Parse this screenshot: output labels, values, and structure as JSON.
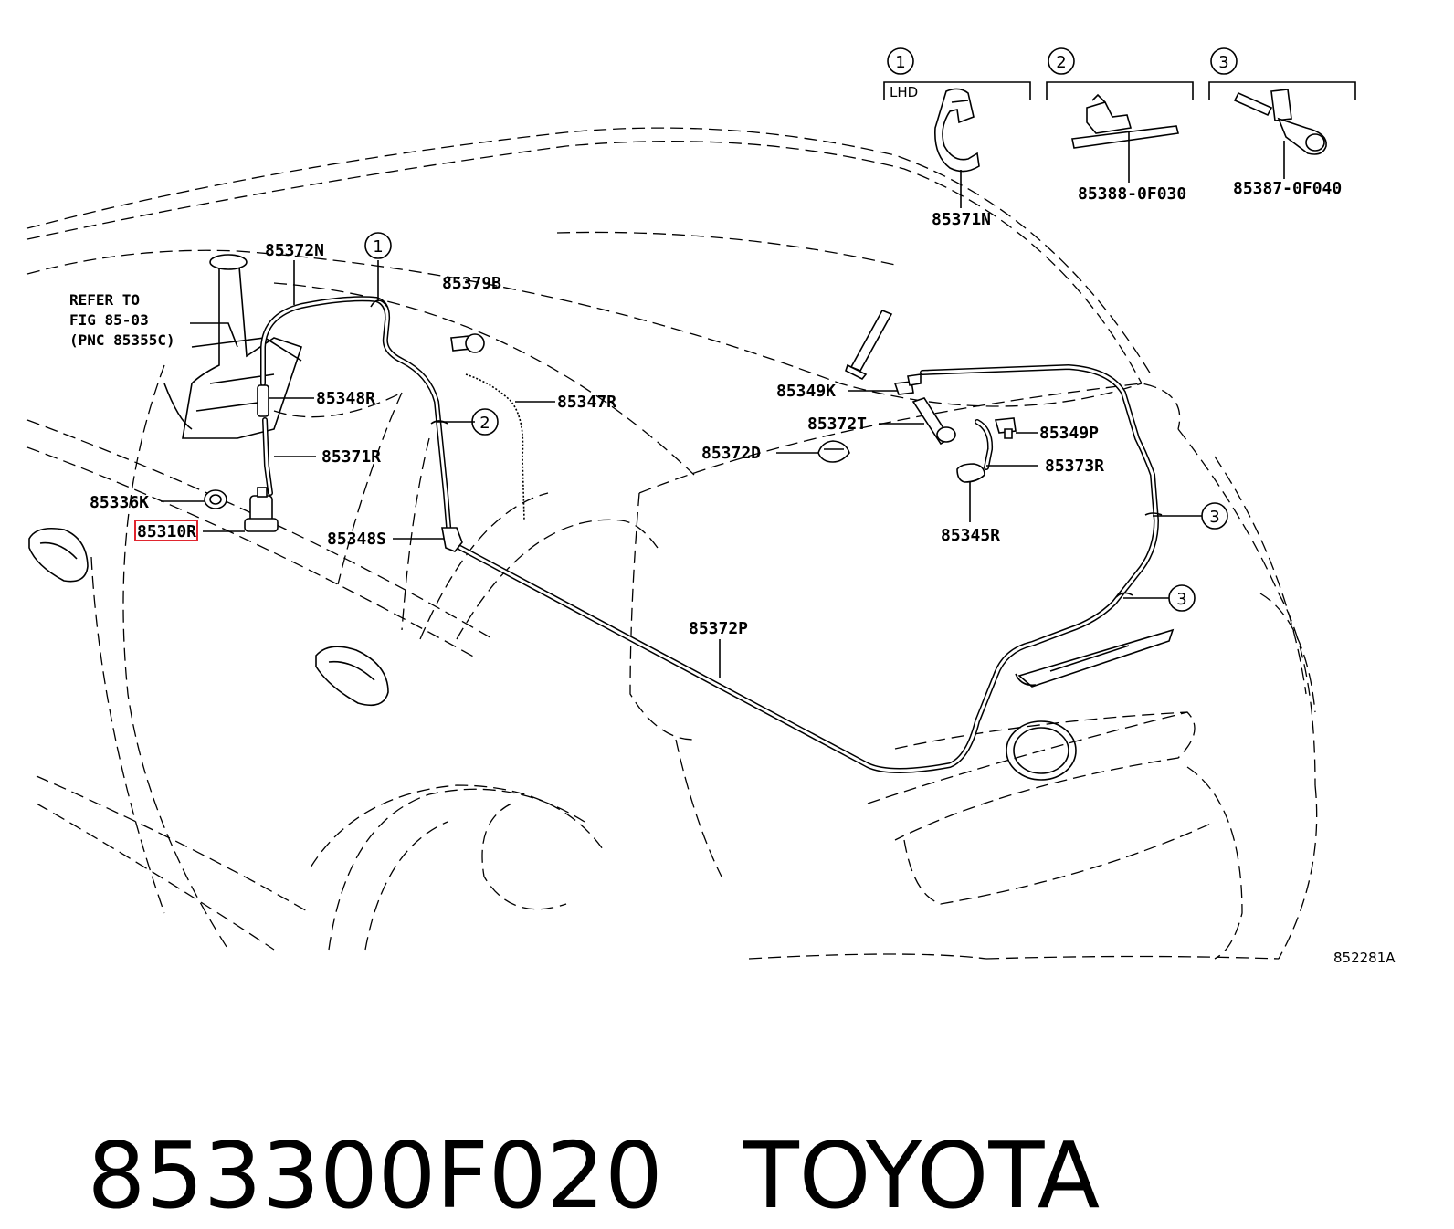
{
  "labels": {
    "p85372N": "85372N",
    "p85379B": "85379B",
    "p85348R": "85348R",
    "p85347R": "85347R",
    "p85371R": "85371R",
    "p85336K": "85336K",
    "p85310R": "85310R",
    "p85348S": "85348S",
    "p85372P": "85372P",
    "p85349K": "85349K",
    "p85372T": "85372T",
    "p85349P": "85349P",
    "p85372D": "85372D",
    "p85373R": "85373R",
    "p85345R": "85345R",
    "p85371N": "85371N",
    "p85388": "85388-0F030",
    "p85387": "85387-0F040"
  },
  "note": {
    "line1": "REFER TO",
    "line2": "FIG 85-03",
    "line3": "(PNC 85355C)"
  },
  "callouts": {
    "c1": "1",
    "c2": "2",
    "c3": "3"
  },
  "inset_lhd": "LHD",
  "figure_id": "852281A",
  "highlight_color": "#e0262f",
  "footer": {
    "part_number": "853300F020",
    "brand": "TOYOTA"
  }
}
